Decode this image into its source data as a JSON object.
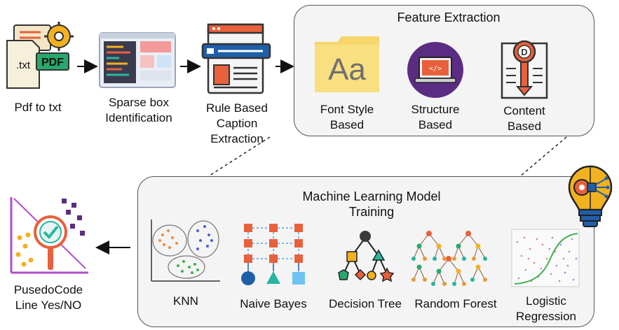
{
  "pipeline": {
    "pdf_to_txt": {
      "label": "Pdf to txt",
      "txt_tag": ".txt",
      "pdf_tag": "PDF"
    },
    "sparse_box": {
      "line1": "Sparse box",
      "line2": "Identification"
    },
    "rule_based": {
      "line1": "Rule Based",
      "line2": "Caption",
      "line3": "Extraction"
    }
  },
  "feature_extraction": {
    "title": "Feature Extraction",
    "font_style": {
      "line1": "Font Style",
      "line2": "Based",
      "glyph": "Aa"
    },
    "structure": {
      "line1": "Structure",
      "line2": "Based"
    },
    "content": {
      "line1": "Content",
      "line2": "Based",
      "glyph": "D"
    }
  },
  "ml_training": {
    "title_line1": "Machine Learning Model",
    "title_line2": "Training",
    "models": {
      "knn": "KNN",
      "naive_bayes": "Naive Bayes",
      "decision_tree": "Decision Tree",
      "random_forest": "Random Forest",
      "logistic_line1": "Logistic",
      "logistic_line2": "Regression"
    }
  },
  "output": {
    "line1": "PusedoCode",
    "line2": "Line Yes/NO"
  },
  "colors": {
    "orange": "#e8603c",
    "gold": "#f2b21f",
    "purple": "#5a2d82",
    "teal": "#28b5a0",
    "blue": "#1f5fa8",
    "dark": "#333333"
  }
}
